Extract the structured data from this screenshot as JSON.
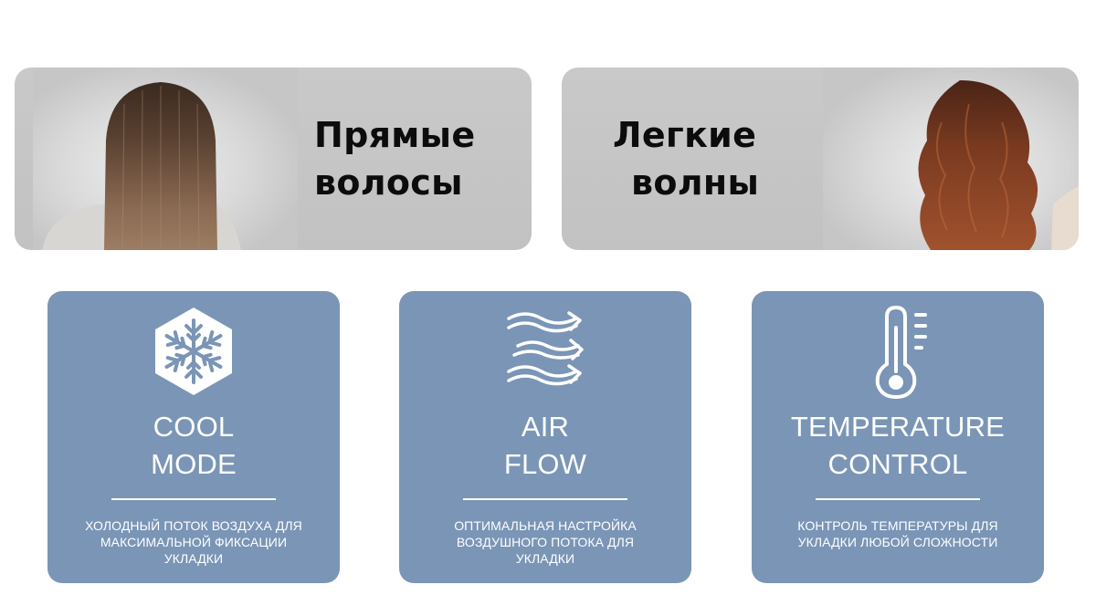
{
  "banners": [
    {
      "title_lines": [
        "Прямые",
        "волосы"
      ]
    },
    {
      "title_lines": [
        "Легкие",
        "волны"
      ]
    }
  ],
  "cards": [
    {
      "icon": "snowflake-icon",
      "title_lines": [
        "COOL",
        "MODE"
      ],
      "desc_lines": [
        "холодный поток воздуха для",
        "максимальной фиксации",
        "укладки"
      ]
    },
    {
      "icon": "air-flow-icon",
      "title_lines": [
        "AIR",
        "FLOW"
      ],
      "desc_lines": [
        "оптимальная настройка",
        "воздушного потока для",
        "укладки"
      ]
    },
    {
      "icon": "thermometer-icon",
      "title_lines": [
        "TEMPERATURE",
        "CONTROL"
      ],
      "desc_lines": [
        "контроль температуры для",
        "укладки любой сложности"
      ]
    }
  ],
  "colors": {
    "card_background": "#7a95b6",
    "banner_background": "#c6c6c6",
    "banner_text": "#0c0c0c",
    "card_text": "#ffffff"
  }
}
